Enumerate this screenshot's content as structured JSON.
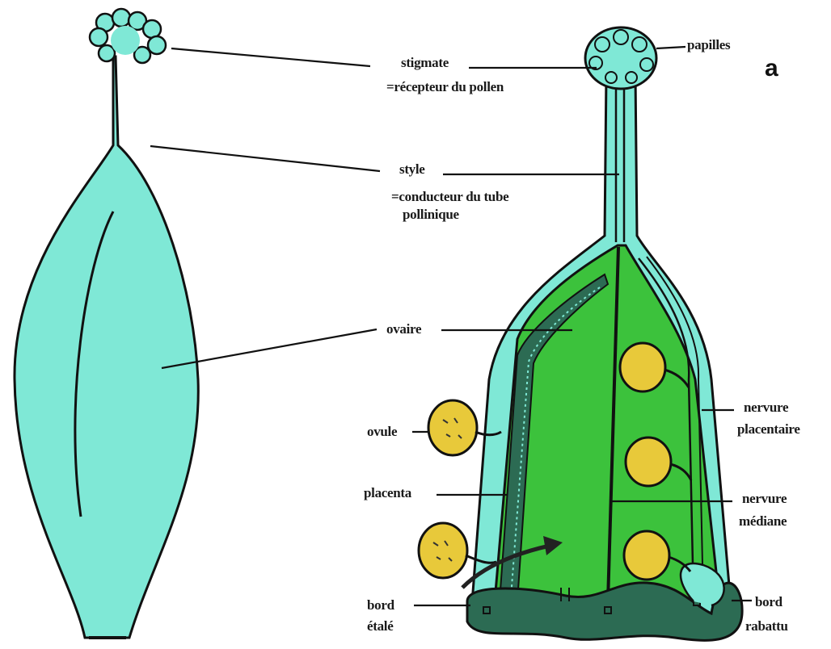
{
  "panel_letter": "a",
  "colors": {
    "style_tissue": "#7fe8d6",
    "ovary_cavity": "#3cc23c",
    "ovule": "#e8c93a",
    "outline": "#111111",
    "base_tissue": "#2c6b53"
  },
  "labels": {
    "stigmate": "stigmate",
    "stigmate_desc": "=récepteur du pollen",
    "papilles": "papilles",
    "style": "style",
    "style_desc_1": "=conducteur du tube",
    "style_desc_2": "pollinique",
    "ovaire": "ovaire",
    "ovule": "ovule",
    "placenta": "placenta",
    "nervure_placentaire_1": "nervure",
    "nervure_placentaire_2": "placentaire",
    "nervure_mediane_1": "nervure",
    "nervure_mediane_2": "médiane",
    "bord_etale_1": "bord",
    "bord_etale_2": "étalé",
    "bord_rabattu_1": "bord",
    "bord_rabattu_2": "rabattu"
  }
}
